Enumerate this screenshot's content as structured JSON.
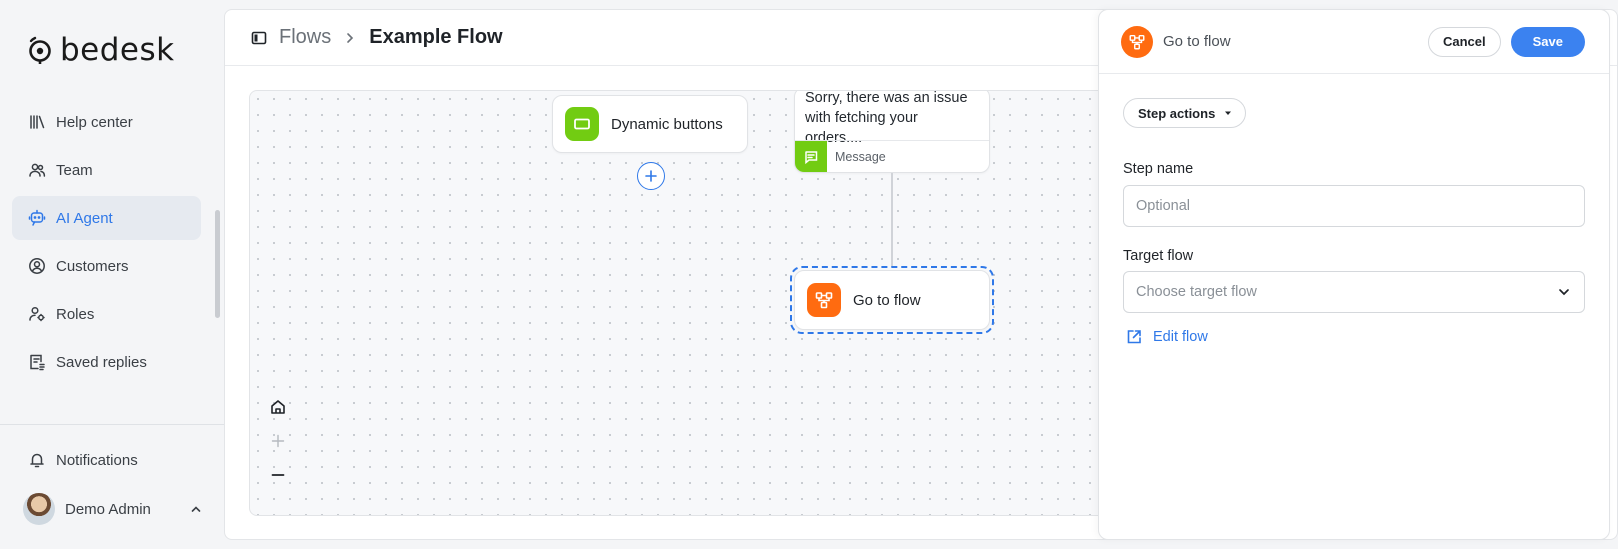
{
  "brand": {
    "name": "bedesk"
  },
  "sidebar": {
    "items": [
      {
        "label": "Help center",
        "icon": "books-icon",
        "active": false
      },
      {
        "label": "Team",
        "icon": "team-icon",
        "active": false
      },
      {
        "label": "AI Agent",
        "icon": "bot-icon",
        "active": true
      },
      {
        "label": "Customers",
        "icon": "user-circle-icon",
        "active": false
      },
      {
        "label": "Roles",
        "icon": "user-key-icon",
        "active": false
      },
      {
        "label": "Saved replies",
        "icon": "saved-replies-icon",
        "active": false
      }
    ],
    "notifications_label": "Notifications",
    "user_name": "Demo Admin"
  },
  "header": {
    "breadcrumb_parent": "Flows",
    "breadcrumb_current": "Example Flow"
  },
  "canvas": {
    "nodes": {
      "dynamic_buttons": {
        "label": "Dynamic buttons"
      },
      "message": {
        "text": "Sorry, there was an issue with fetching your orders....",
        "type_label": "Message"
      },
      "go_to_flow": {
        "label": "Go to flow"
      }
    }
  },
  "drawer": {
    "title": "Go to flow",
    "cancel_label": "Cancel",
    "save_label": "Save",
    "step_actions_label": "Step actions",
    "step_name_label": "Step name",
    "step_name_placeholder": "Optional",
    "target_flow_label": "Target flow",
    "target_flow_placeholder": "Choose target flow",
    "edit_flow_label": "Edit flow"
  },
  "colors": {
    "accent": "#2f78e8",
    "green_node": "#72cc12",
    "orange_node": "#ff6b10",
    "save_button": "#3b82f0"
  }
}
